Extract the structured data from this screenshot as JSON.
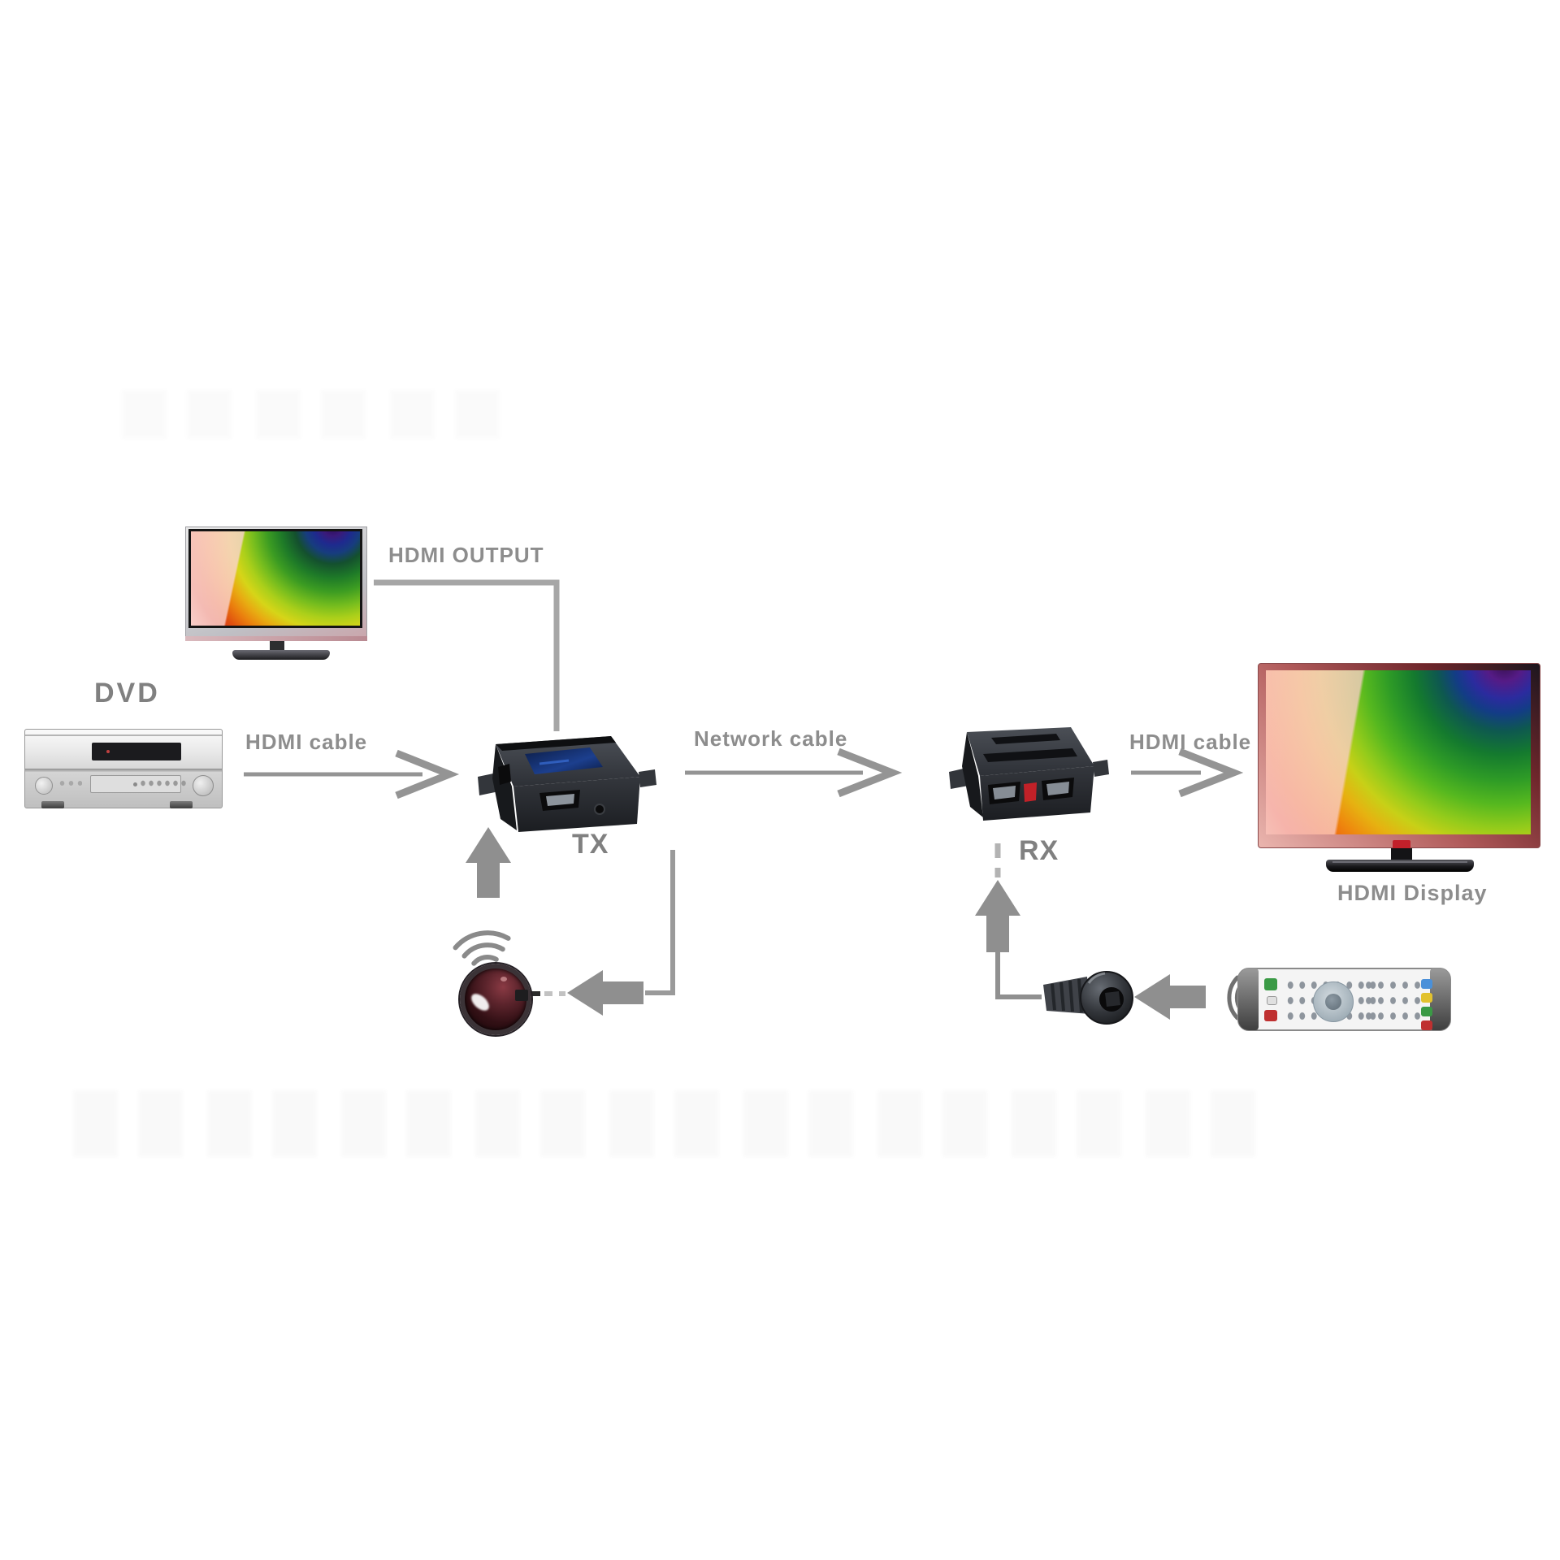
{
  "diagram": {
    "labels": {
      "hdmi_output": "HDMI OUTPUT",
      "dvd": "DVD",
      "hdmi_cable_left": "HDMI cable",
      "network_cable": "Network cable",
      "tx": "TX",
      "rx": "RX",
      "hdmi_cable_right": "HDMI cable",
      "hdmi_display": "HDMI Display"
    },
    "colors": {
      "label_text": "#8d8d8d",
      "connector_line": "#a3a3a3",
      "block_arrow": "#8f8f8f",
      "device_body_dark": "#26282c",
      "tx_top_panel_blue": "#1c3f8e",
      "rx_switch_red": "#c22128",
      "ir_receiver_maroon": "#56242b",
      "tv_frame_pink": "#c4706e",
      "remote_button_blue": "#4a90d9",
      "remote_button_yellow": "#e2c22e",
      "remote_button_green": "#3a9a45",
      "remote_button_red": "#bf3030"
    }
  }
}
